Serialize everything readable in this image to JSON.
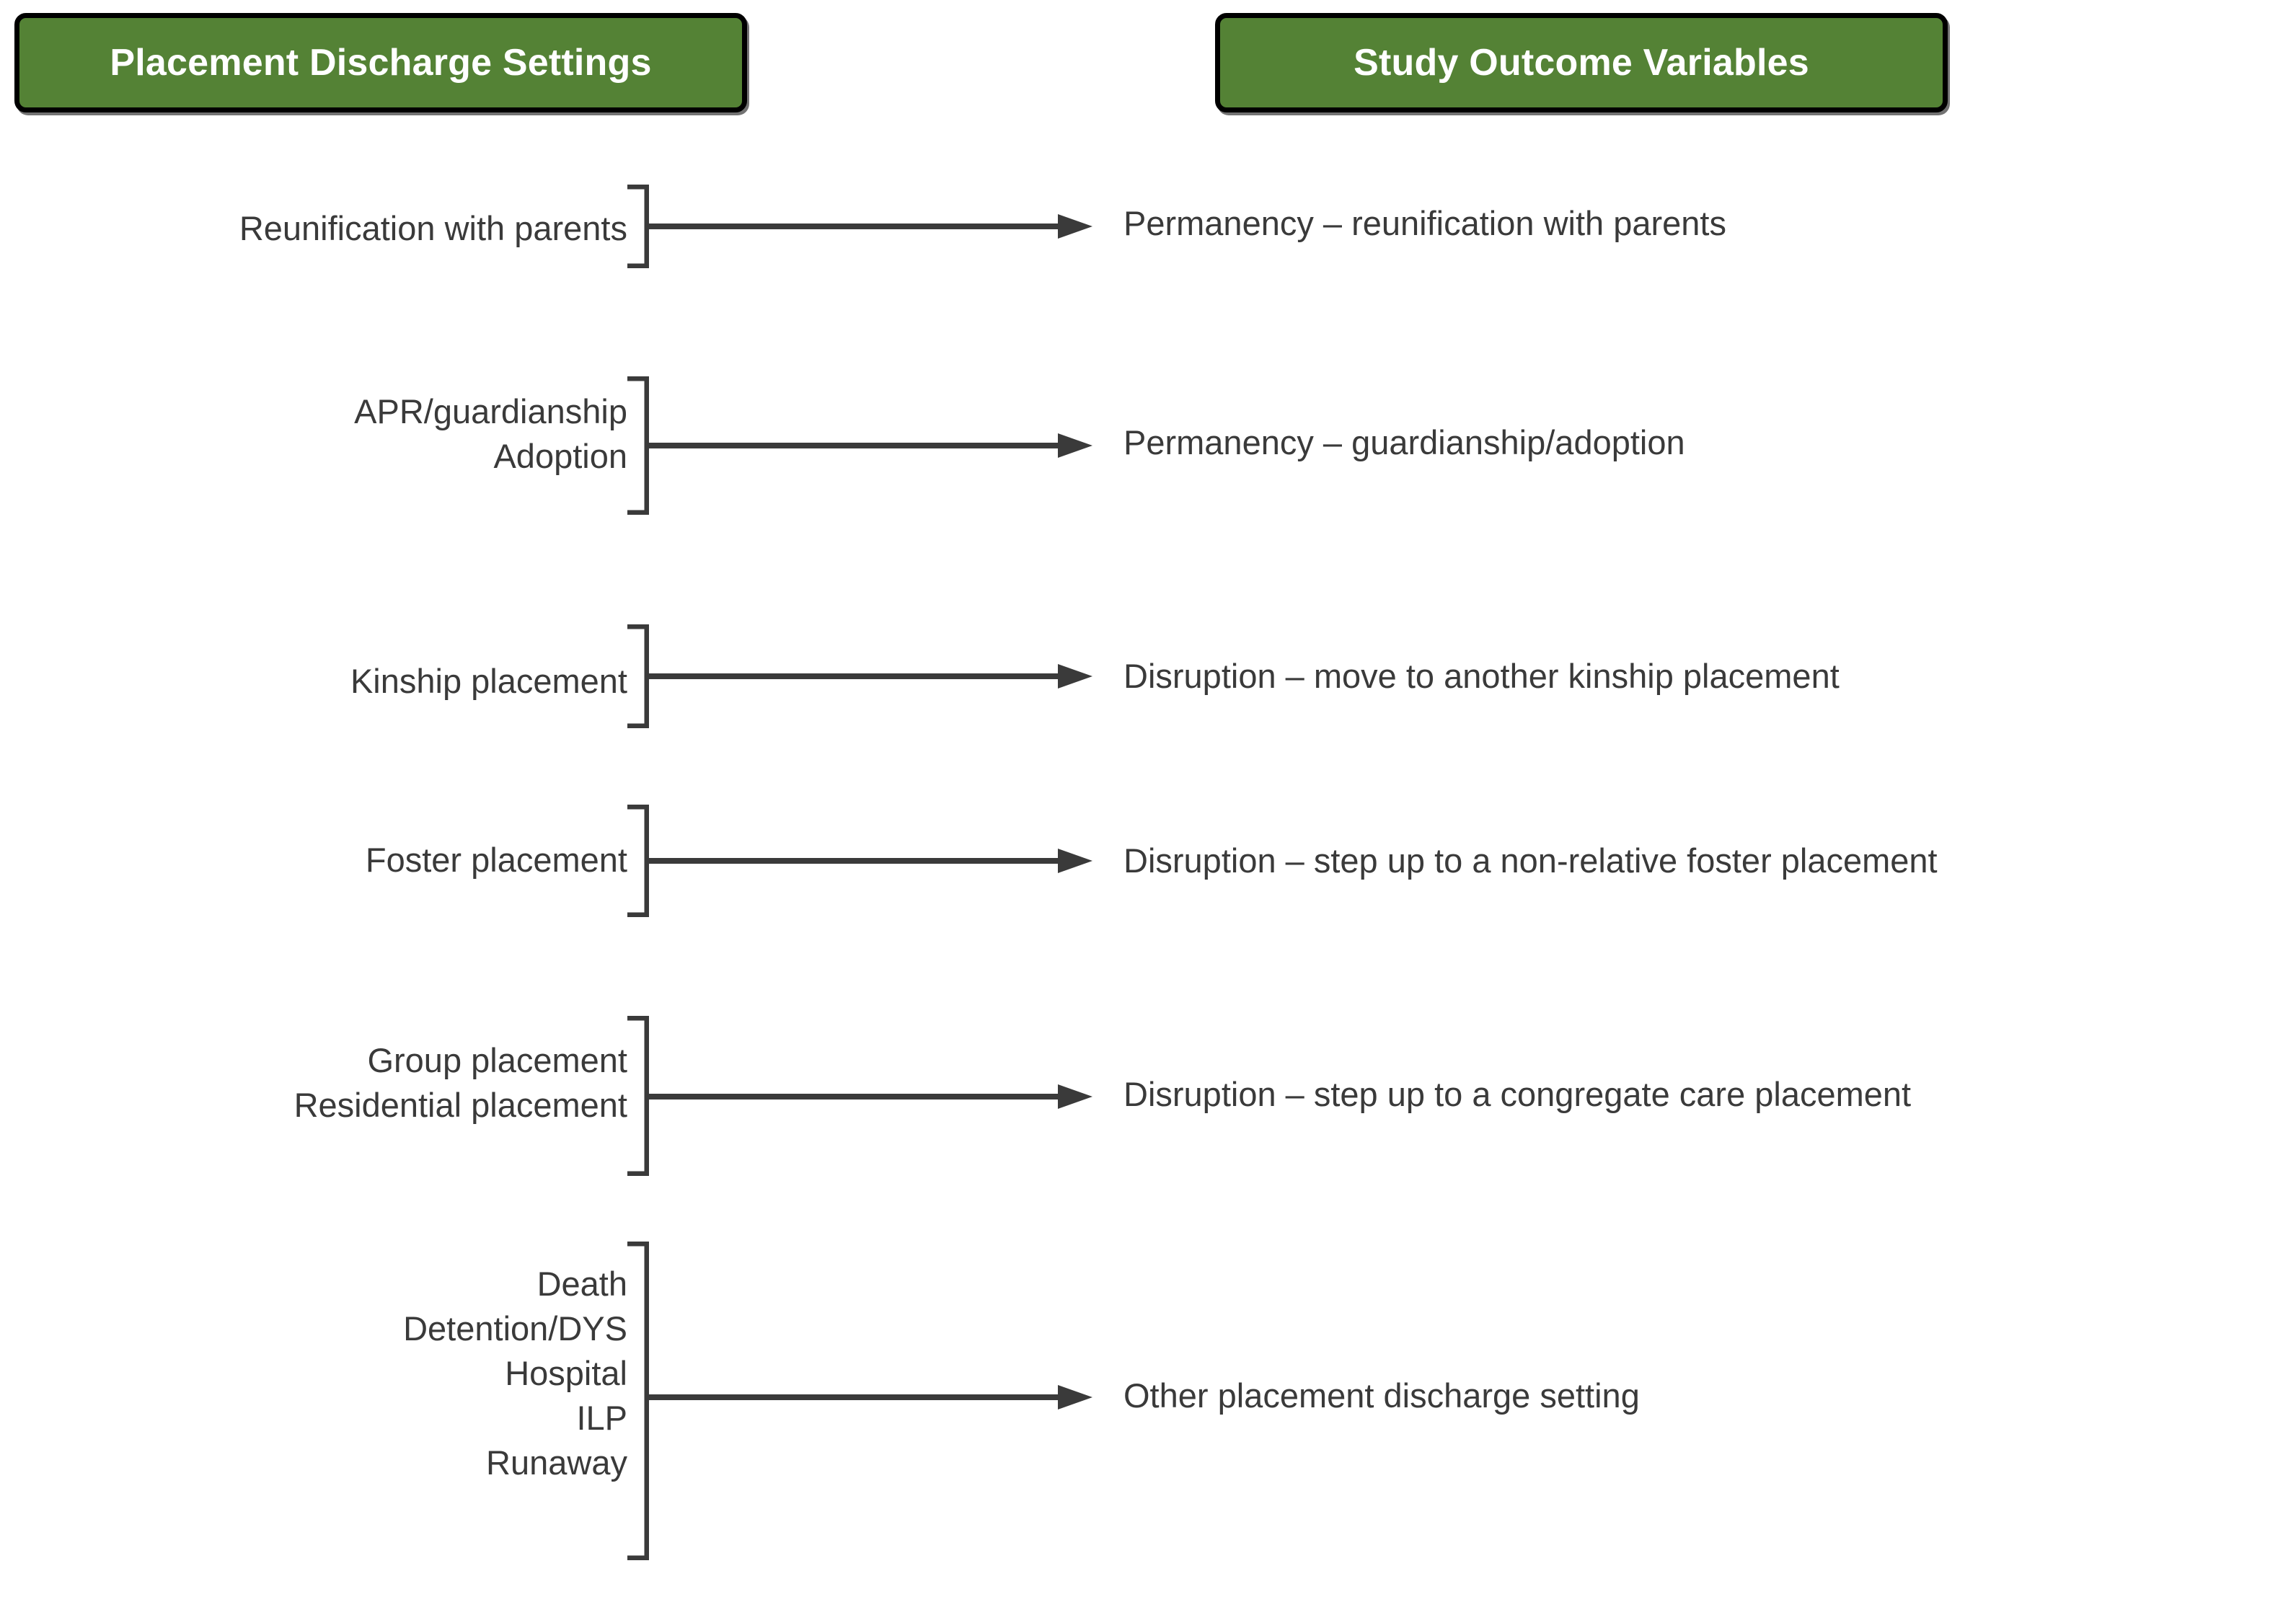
{
  "headers": {
    "left": "Placement Discharge Settings",
    "right": "Study Outcome Variables"
  },
  "colors": {
    "header_fill": "#548235",
    "header_border": "#000000",
    "header_text": "#FFFFFF",
    "body_text": "#3A3A3A",
    "connector": "#3A3A3A",
    "background": "#FFFFFF"
  },
  "rows": [
    {
      "settings": [
        "Reunification with parents"
      ],
      "outcome": "Permanency – reunification with parents"
    },
    {
      "settings": [
        "APR/guardianship",
        "Adoption"
      ],
      "outcome": "Permanency – guardianship/adoption"
    },
    {
      "settings": [
        "Kinship placement"
      ],
      "outcome": "Disruption – move to another kinship placement"
    },
    {
      "settings": [
        "Foster placement"
      ],
      "outcome": "Disruption – step up to a non-relative foster placement"
    },
    {
      "settings": [
        "Group placement",
        "Residential placement"
      ],
      "outcome": "Disruption – step up to a congregate care placement"
    },
    {
      "settings": [
        "Death",
        "Detention/DYS",
        "Hospital",
        "ILP",
        "Runaway"
      ],
      "outcome": "Other placement discharge setting"
    }
  ]
}
